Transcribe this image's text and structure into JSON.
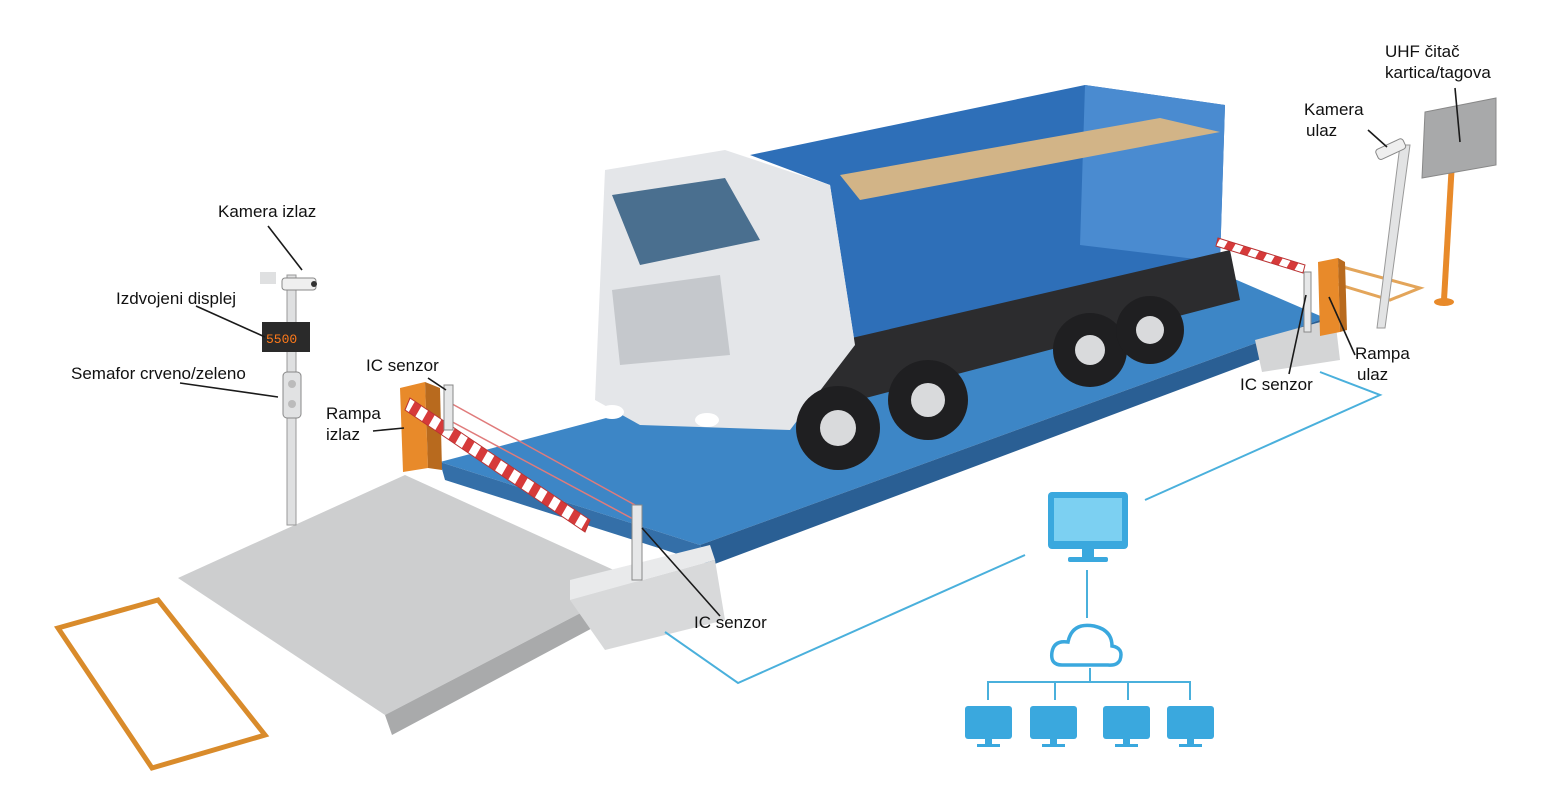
{
  "labels": {
    "kamera_izlaz": "Kamera izlaz",
    "izdvojeni_displej": "Izdvojeni displej",
    "semafor": "Semafor crveno/zeleno",
    "ic_senzor_left": "IC senzor",
    "rampa_izlaz_1": "Rampa",
    "rampa_izlaz_2": "izlaz",
    "ic_senzor_bottom": "IC senzor",
    "kamera_ulaz_1": "Kamera",
    "kamera_ulaz_2": "ulaz",
    "uhf_1": "UHF čitač",
    "uhf_2": "kartica/tagova",
    "rampa_ulaz_1": "Rampa",
    "rampa_ulaz_2": "ulaz",
    "ic_senzor_right": "IC senzor"
  },
  "display_value": "5500",
  "colors": {
    "platform": "#3d86c6",
    "truck_body": "#2e6fb8",
    "cab": "#e4e6e9",
    "barrier_post": "#e88a2a",
    "network": "#4ab0dc",
    "zone_outline": "#d98b2b",
    "ramp": "#c9cacb"
  },
  "icons": [
    "monitor-icon",
    "cloud-icon",
    "client-monitor-icon"
  ]
}
